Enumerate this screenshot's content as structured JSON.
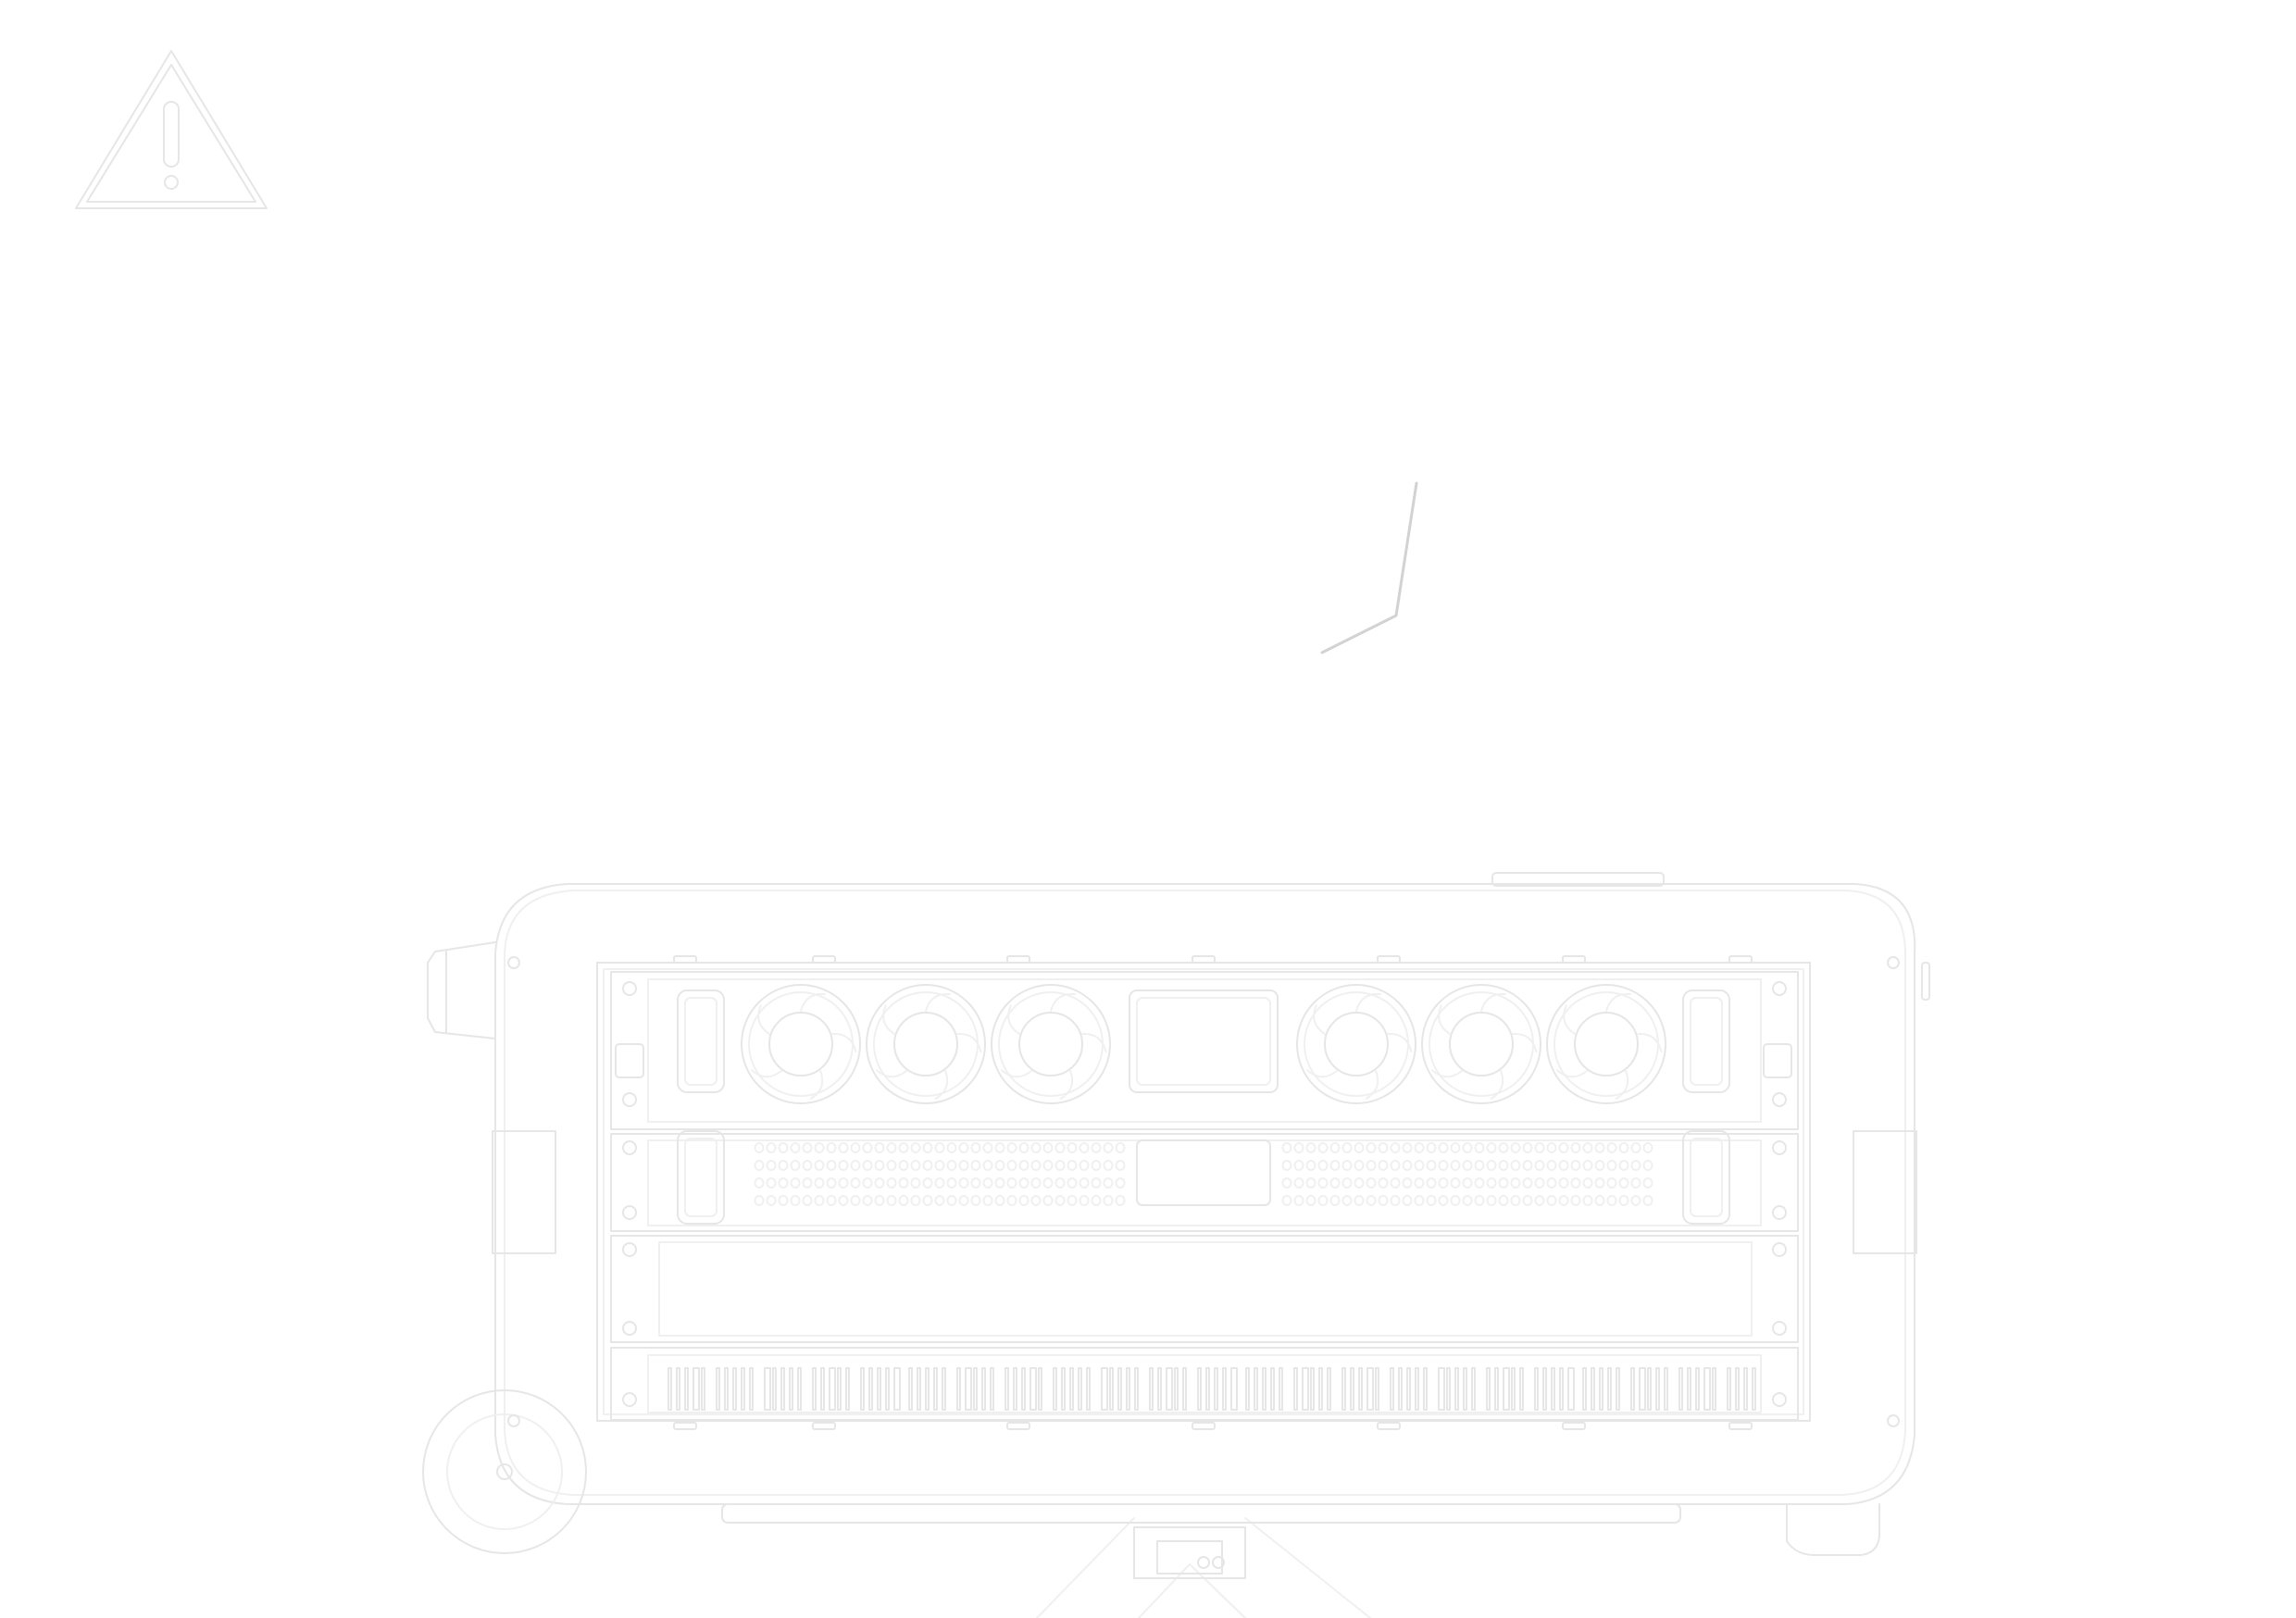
{
  "colors": {
    "background": "#ffffff",
    "stroke": "#e6e6e6",
    "stroke_faint": "#f0f0f0",
    "stroke_dark": "#d2d2d2"
  },
  "icons": {
    "warning": "warning-triangle-icon"
  },
  "equipment": {
    "rack_case": "rack-case",
    "fan_panel_fan_count": 6,
    "vent_panel_count": 1,
    "blank_panel_count": 1,
    "power_strip_count": 1
  }
}
